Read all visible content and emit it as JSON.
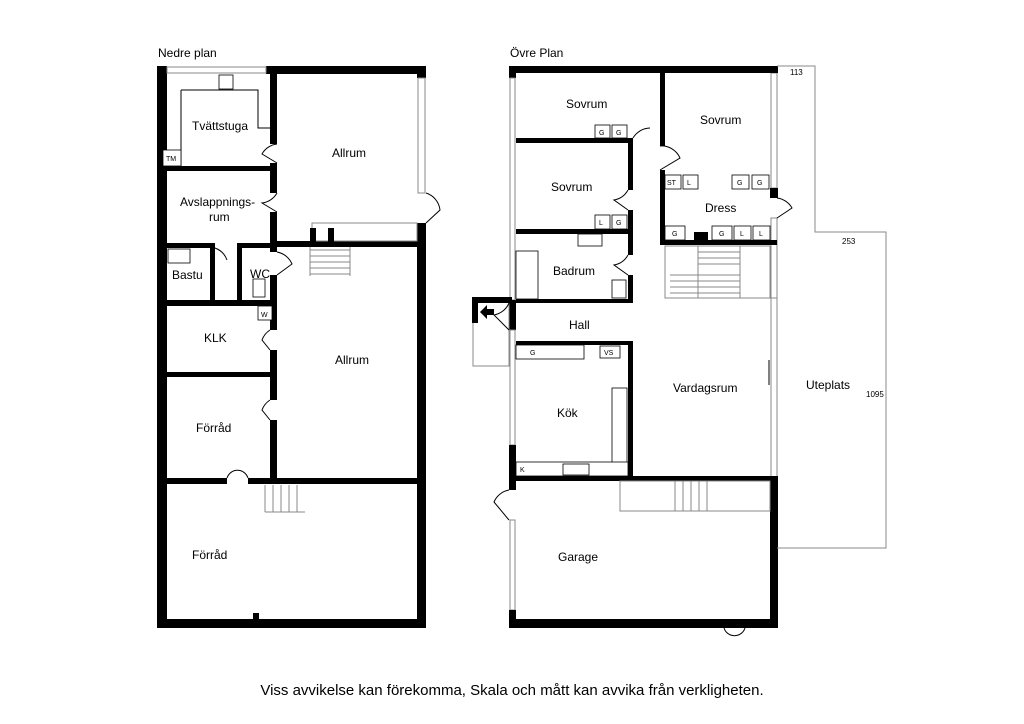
{
  "lower": {
    "title": "Nedre plan",
    "rooms": {
      "tvattstuga": "Tvättstuga",
      "allrum_top": "Allrum",
      "avslappnings_1": "Avslappnings-",
      "avslappnings_2": "rum",
      "bastu": "Bastu",
      "wc": "WC",
      "klk": "KLK",
      "allrum_mid": "Allrum",
      "forrad_1": "Förråd",
      "forrad_2": "Förråd"
    },
    "fixtures": {
      "tm": "TM",
      "w": "W"
    }
  },
  "upper": {
    "title": "Övre Plan",
    "rooms": {
      "sovrum_1": "Sovrum",
      "sovrum_2": "Sovrum",
      "sovrum_3": "Sovrum",
      "dress": "Dress",
      "badrum": "Badrum",
      "hall": "Hall",
      "vardagsrum": "Vardagsrum",
      "kok": "Kök",
      "garage": "Garage",
      "uteplats": "Uteplats"
    },
    "fixtures": {
      "g": "G",
      "l": "L",
      "st": "ST",
      "vs": "VS",
      "k": "K"
    },
    "dimensions": {
      "d113": "113",
      "d253": "253",
      "d1095": "1095"
    }
  },
  "disclaimer": "Viss avvikelse kan förekomma, Skala och mått kan avvika från verkligheten."
}
